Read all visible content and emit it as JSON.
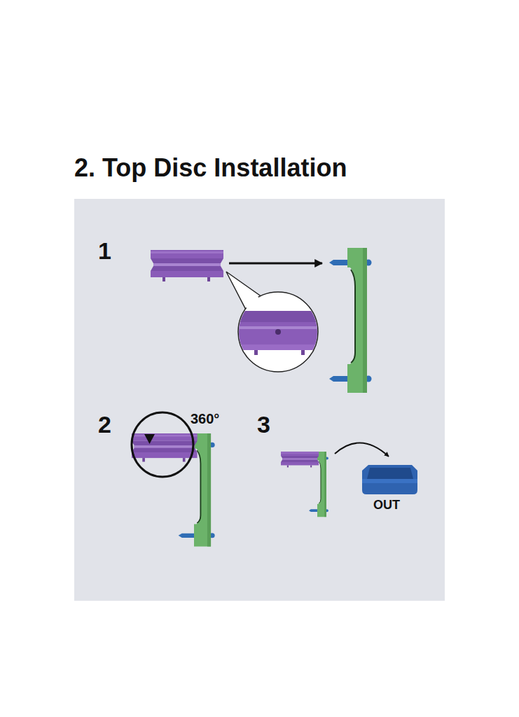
{
  "diagram": {
    "title": "2. Top Disc Installation",
    "labels": [
      "1",
      "2",
      "360°",
      "3",
      "OUT"
    ]
  }
}
